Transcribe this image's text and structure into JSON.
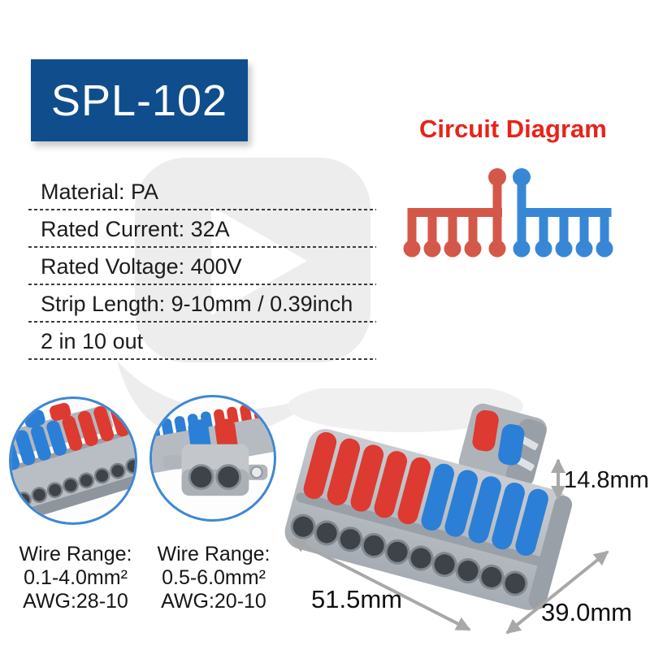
{
  "banner": {
    "model": "SPL-102"
  },
  "circuit": {
    "title": "Circuit Diagram"
  },
  "specs": {
    "rows": [
      "Material: PA",
      "Rated Current: 32A",
      "Rated Voltage: 400V",
      "Strip Length: 9-10mm / 0.39inch",
      "2 in 10 out"
    ]
  },
  "insets": [
    {
      "lines": [
        "Wire Range:",
        "0.1-4.0mm²",
        "AWG:28-10"
      ]
    },
    {
      "lines": [
        "Wire Range:",
        "0.5-6.0mm²",
        "AWG:20-10"
      ]
    }
  ],
  "dimensions": {
    "height": "14.8mm",
    "length": "51.5mm",
    "width": "39.0mm"
  },
  "colors": {
    "banner_blue": "#104d8c",
    "title_red": "#e8231a",
    "diagram_red": "#d4584a",
    "diagram_blue": "#3787d6",
    "lever_red": "#dd3a31",
    "lever_blue": "#2b7fd6",
    "body_gray": "#b9bec4",
    "arrow_gray": "#a8a8a8",
    "inset_border": "#3f87d2"
  }
}
